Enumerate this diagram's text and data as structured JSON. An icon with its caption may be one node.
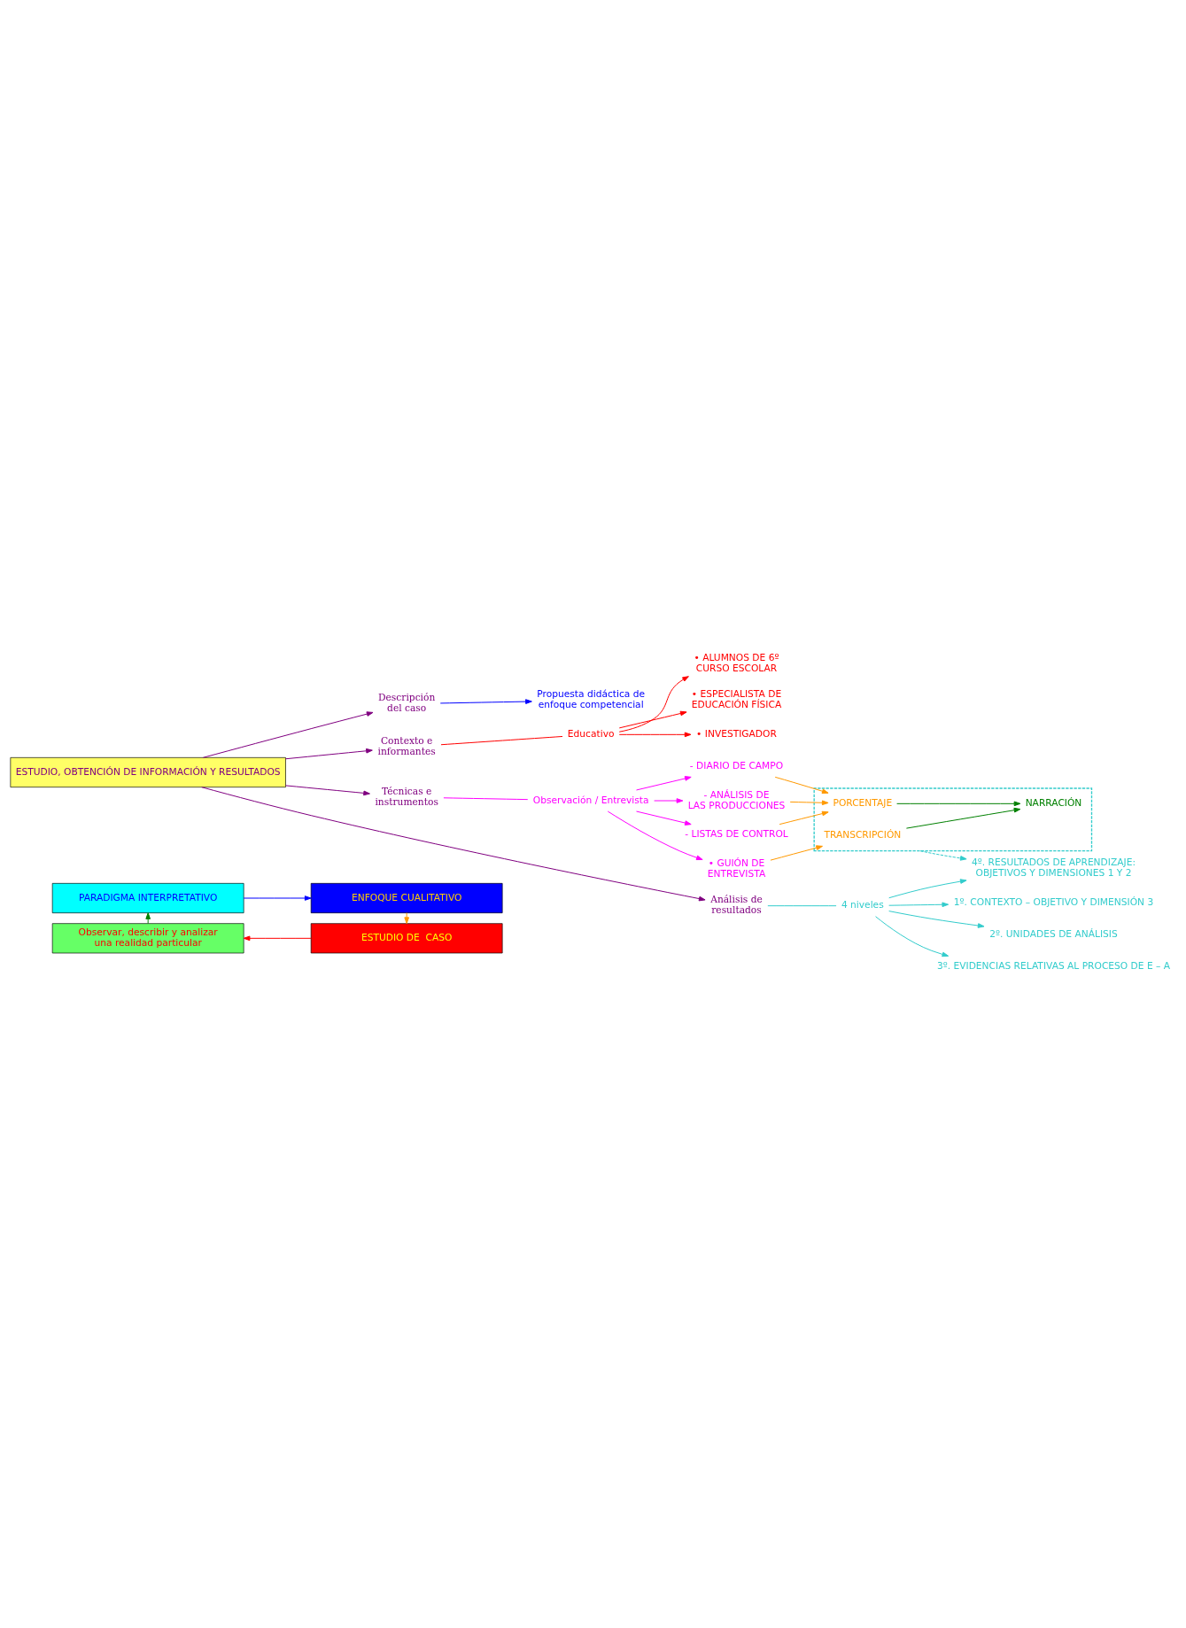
{
  "diagram": {
    "nodes": [
      {
        "text": [
          "PARADIGMA INTERPRETATIVO"
        ]
      },
      {
        "text": [
          "ENFOQUE CUALITATIVO"
        ]
      },
      {
        "text": [
          "Observar, describir y analizar una realidad particular"
        ]
      },
      {
        "text": [
          "ESTUDIO DE  CASO"
        ]
      },
      {
        "text": [
          "ESTUDIO, OBTENCIÓN DE INFORMACIÓN Y RESULTADOS"
        ]
      },
      {
        "text": [
          "Descripción del caso"
        ]
      },
      {
        "text": [
          "Contexto e informantes"
        ]
      },
      {
        "text": [
          "Técnicas e instrumentos"
        ]
      },
      {
        "text": [
          "Análisis de resultados"
        ]
      },
      {
        "text": [
          "Propuesta didáctica de enfoque competencial"
        ]
      },
      {
        "text": [
          "Educativo"
        ]
      },
      {
        "text": [
          "Observación / Entrevista"
        ]
      },
      {
        "text": [
          "4 niveles"
        ]
      },
      {
        "text": [
          "• ALUMNOS DE 6º CURSO ESCOLAR"
        ]
      },
      {
        "text": [
          "• ESPECIALISTA DE EDUCACIÓN FÍSICA"
        ]
      },
      {
        "text": [
          "• INVESTIGADOR"
        ]
      },
      {
        "text": [
          "- DIARIO DE CAMPO"
        ]
      },
      {
        "text": [
          "- ANÁLISIS DE LAS PRODUCCIONES"
        ]
      },
      {
        "text": [
          "- LISTAS DE CONTROL"
        ]
      },
      {
        "text": [
          "• GUIÓN DE ENTREVISTA"
        ]
      },
      {
        "text": [],
        "shape": "box"
      },
      {
        "text": [
          "PORCENTAJE"
        ],
        "in": 20
      },
      {
        "text": [
          "NARRACIÓN"
        ],
        "in": 20
      },
      {
        "text": [
          "TRANSCRIPCIÓN"
        ],
        "in": 20
      },
      {
        "text": [
          "1º. CONTEXTO – OBJETIVO Y DIMENSIÓN 3"
        ]
      },
      {
        "text": [
          "2º. UNIDADES DE ANÁLISIS"
        ]
      },
      {
        "text": [
          "3º. EVIDENCIAS RELATIVAS AL PROCESO DE E – A"
        ]
      },
      {
        "text": [
          "4º. RESULTADOS DE APRENDIZAJE: OBJETIVOS Y DIMENSIONES 1 Y 2"
        ]
      }
    ],
    "edges": [
      {
        "from": 0,
        "to": 1,
        "arrow": "to",
        "color": "#0000ff"
      },
      {
        "from": 1,
        "to": 3,
        "arrow": "to",
        "color": "#ff9900"
      },
      {
        "from": 3,
        "to": 2,
        "arrow": "to",
        "color": "#ff0000"
      },
      {
        "from": 2,
        "to": 0,
        "arrow": "to",
        "color": "#008000"
      },
      {
        "from": 4,
        "to": 5,
        "arrow": "to",
        "color": "#800080"
      },
      {
        "from": 4,
        "to": 6,
        "arrow": "to",
        "color": "#800080"
      },
      {
        "from": 4,
        "to": 7,
        "arrow": "to",
        "color": "#800080"
      },
      {
        "from": 4,
        "to": 8,
        "arrow": "to",
        "color": "#800080"
      },
      {
        "from": 5,
        "to": 9,
        "arrow": "to",
        "color": "#0000ff"
      },
      {
        "from": 6,
        "to": 10,
        "arrow": "none",
        "color": "#ff0000"
      },
      {
        "from": 7,
        "to": 11,
        "arrow": "none",
        "color": "#ff00ff"
      },
      {
        "from": 8,
        "to": 12,
        "arrow": "none",
        "color": "#33cccc"
      },
      {
        "from": 10,
        "to": 13,
        "arrow": "to",
        "color": "#ff0000"
      },
      {
        "from": 10,
        "to": 14,
        "arrow": "to",
        "color": "#ff0000"
      },
      {
        "from": 10,
        "to": 15,
        "arrow": "to",
        "color": "#ff0000"
      },
      {
        "from": 11,
        "to": 16,
        "arrow": "to",
        "color": "#ff00ff"
      },
      {
        "from": 11,
        "to": 17,
        "arrow": "to",
        "color": "#ff00ff"
      },
      {
        "from": 11,
        "to": 18,
        "arrow": "to",
        "color": "#ff00ff"
      },
      {
        "from": 11,
        "to": 19,
        "arrow": "to",
        "color": "#ff00ff"
      },
      {
        "from": 16,
        "to": 21,
        "arrow": "to",
        "color": "#ff9900"
      },
      {
        "from": 17,
        "to": 21,
        "arrow": "to",
        "color": "#ff9900"
      },
      {
        "from": 18,
        "to": 21,
        "arrow": "to",
        "color": "#ff9900"
      },
      {
        "from": 21,
        "to": 22,
        "arrow": "to",
        "color": "#008000"
      },
      {
        "from": 23,
        "to": 22,
        "arrow": "to",
        "color": "#008000"
      },
      {
        "from": 19,
        "to": 23,
        "arrow": "to",
        "color": "#ff9900"
      },
      {
        "from": 12,
        "to": 24,
        "arrow": "to",
        "color": "#33cccc"
      },
      {
        "from": 12,
        "to": 25,
        "arrow": "to",
        "color": "#33cccc"
      },
      {
        "from": 12,
        "to": 26,
        "arrow": "to",
        "color": "#33cccc"
      },
      {
        "from": 12,
        "to": 27,
        "arrow": "to",
        "color": "#33cccc"
      },
      {
        "from": 20,
        "to": 27,
        "arrow": "to",
        "style": "dashed",
        "color": "#33cccc"
      }
    ]
  }
}
